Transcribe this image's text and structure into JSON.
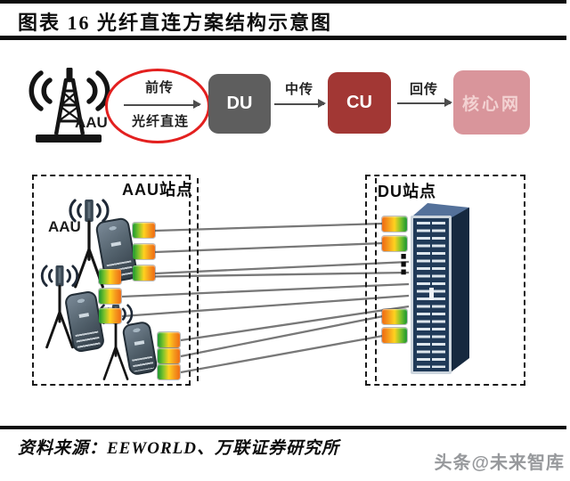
{
  "header": {
    "title": "图表 16 光纤直连方案结构示意图"
  },
  "flow": {
    "aau_label": "AAU",
    "highlight": {
      "fronthaul": "前传",
      "fiber_direct": "光纤直连"
    },
    "nodes": {
      "du": "DU",
      "cu": "CU",
      "core_network": "核心网"
    },
    "links": {
      "midhaul": "中传",
      "backhaul": "回传"
    }
  },
  "sites": {
    "aau_site": {
      "label": "AAU站点",
      "unit_label": "AAU"
    },
    "du_site": {
      "label": "DU站点",
      "queue_ellipsis": "⋮"
    }
  },
  "footer": {
    "source": "资料来源：EEWORLD、万联证券研究所",
    "watermark": "头条@未来智库"
  },
  "icons": {
    "cell_tower": "cell-tower-icon",
    "small_antenna": "antenna-mast-icon",
    "radio_unit": "aau-device",
    "fiber_connector": "fiber-connector",
    "server_rack": "server-rack-icon",
    "vertical_ellipsis": "vertical-ellipsis"
  },
  "colors": {
    "du_box": "#5e5e5e",
    "cu_box": "#a23734",
    "core_network_box": "#d9959b",
    "core_network_text": "#f3d2d2",
    "highlight_ellipse": "#e3201f",
    "connection_line": "#787878",
    "rack_body": "#203a58",
    "connector_green": "#18962f",
    "connector_yellow": "#ffd21f",
    "connector_orange": "#ef6a12"
  }
}
